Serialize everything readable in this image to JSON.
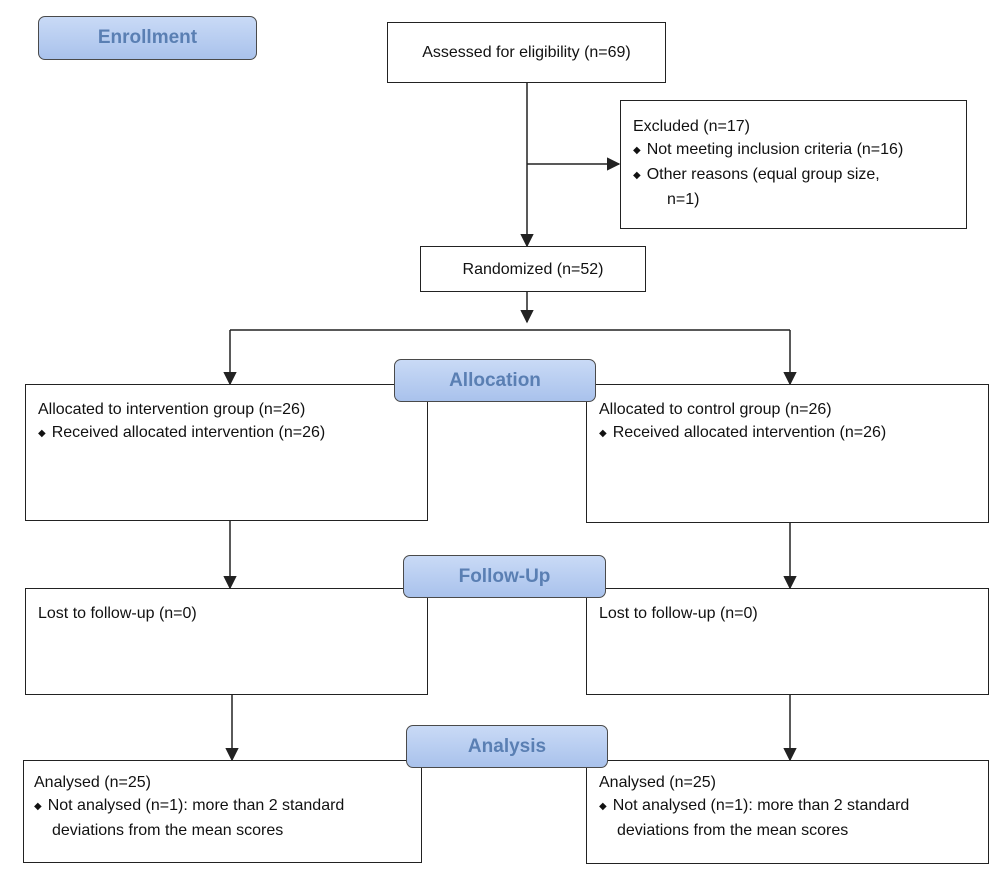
{
  "stages": {
    "enrollment": "Enrollment",
    "allocation": "Allocation",
    "follow_up": "Follow-Up",
    "analysis": "Analysis"
  },
  "assessed": "Assessed for eligibility (n=69)",
  "excluded": {
    "title": "Excluded  (n=17)",
    "items": [
      "Not meeting inclusion criteria (n=16)",
      "Other reasons (equal group size,"
    ],
    "continuation": "n=1)"
  },
  "randomized": "Randomized (n=52)",
  "allocation": {
    "left": {
      "title": "Allocated to intervention group (n=26)",
      "item": "Received  allocated intervention (n=26)"
    },
    "right": {
      "title": "Allocated to control group (n=26)",
      "item": "Received  allocated intervention (n=26)"
    }
  },
  "follow_up": {
    "left": "Lost to follow-up (n=0)",
    "right": "Lost to follow-up (n=0)"
  },
  "analysis": {
    "left": {
      "title": "Analysed (n=25)",
      "item": "Not analysed (n=1):  more than 2 standard",
      "continuation": "deviations from the mean scores"
    },
    "right": {
      "title": "Analysed (n=25)",
      "item": "Not analysed (n=1):  more than 2 standard",
      "continuation": "deviations from the mean scores"
    }
  },
  "icons": {
    "bullet": "◆"
  },
  "colors": {
    "stage_fill": "#b7cdf1",
    "stage_text": "#5a7fb3",
    "line": "#222222"
  }
}
